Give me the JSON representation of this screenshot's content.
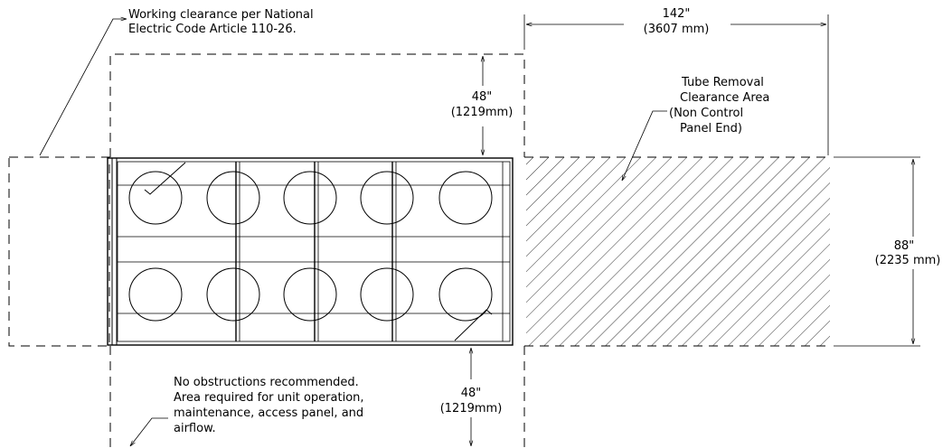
{
  "notes": {
    "working_clearance": [
      "Working clearance per National",
      "Electric Code Article 110-26."
    ],
    "tube_removal": [
      "Tube Removal",
      "Clearance Area",
      "(Non Control",
      "Panel End)"
    ],
    "obstructions": [
      "No obstructions recommended.",
      "Area required for unit operation,",
      "maintenance, access panel, and",
      "airflow."
    ]
  },
  "dimensions": {
    "top_width": {
      "imperial": "142\"",
      "metric": "(3607 mm)"
    },
    "top_clearance": {
      "imperial": "48\"",
      "metric": "(1219mm)"
    },
    "bottom_clearance": {
      "imperial": "48\"",
      "metric": "(1219mm)"
    },
    "unit_depth": {
      "imperial": "88\"",
      "metric": "(2235 mm)"
    }
  },
  "colors": {
    "ink": "#000000",
    "paper": "#ffffff"
  }
}
